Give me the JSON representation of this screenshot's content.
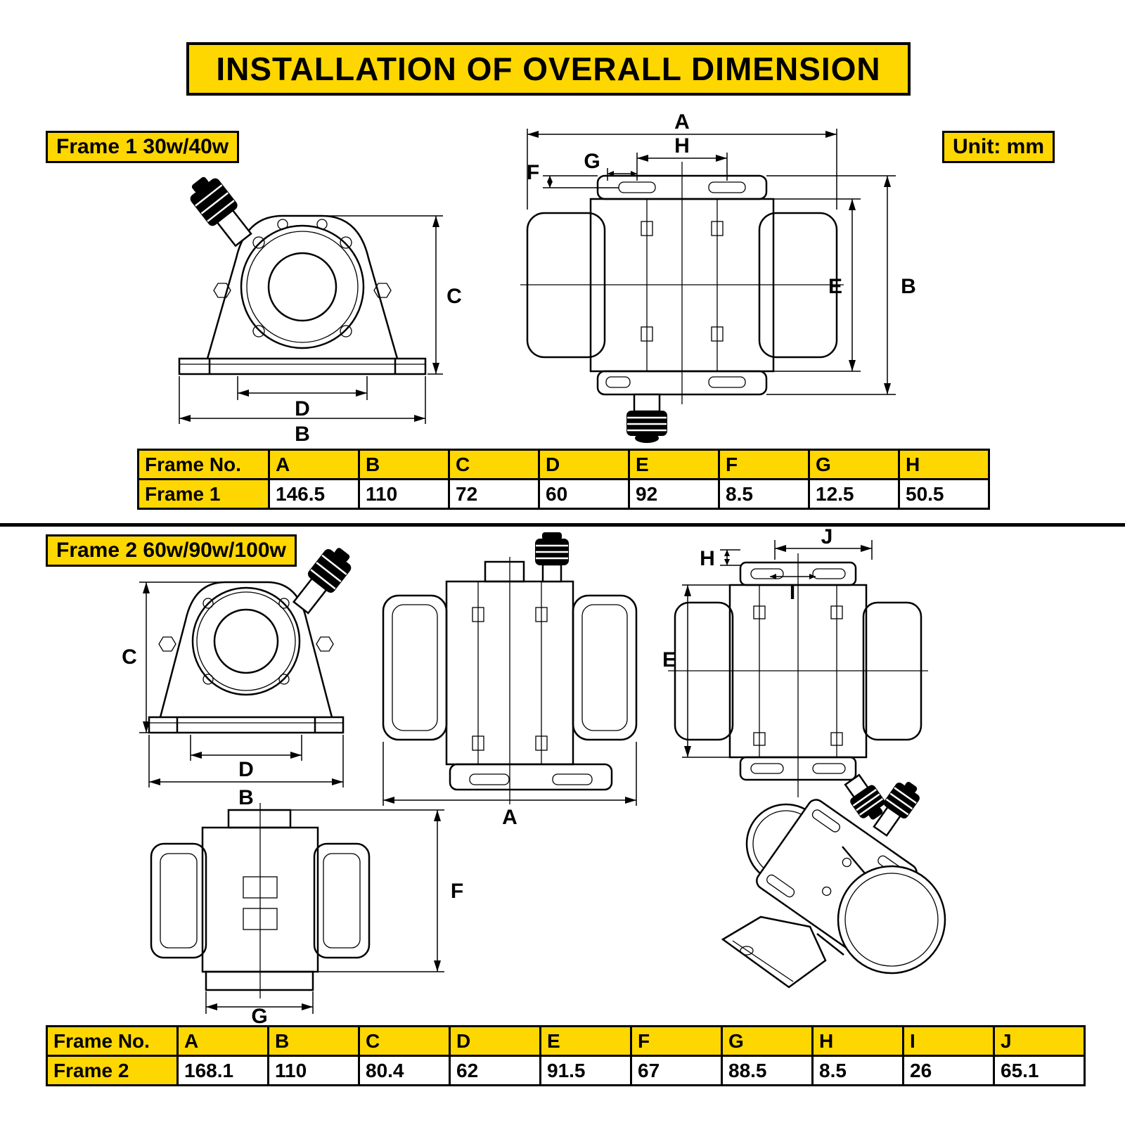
{
  "title": "INSTALLATION OF OVERALL DIMENSION",
  "unit": {
    "label": "Unit: mm"
  },
  "colors": {
    "accent_yellow": "#FFD700",
    "line": "#000000"
  },
  "dims": {
    "A": "A",
    "B": "B",
    "C": "C",
    "D": "D",
    "E": "E",
    "F": "F",
    "G": "G",
    "H": "H",
    "I": "I",
    "J": "J"
  },
  "frame1": {
    "label": "Frame 1 30w/40w",
    "table": {
      "headers": [
        "Frame No.",
        "A",
        "B",
        "C",
        "D",
        "E",
        "F",
        "G",
        "H"
      ],
      "row": [
        "Frame 1",
        "146.5",
        "110",
        "72",
        "60",
        "92",
        "8.5",
        "12.5",
        "50.5"
      ]
    }
  },
  "frame2": {
    "label": "Frame 2 60w/90w/100w",
    "table": {
      "headers": [
        "Frame No.",
        "A",
        "B",
        "C",
        "D",
        "E",
        "F",
        "G",
        "H",
        "I",
        "J"
      ],
      "row": [
        "Frame 2",
        "168.1",
        "110",
        "80.4",
        "62",
        "91.5",
        "67",
        "88.5",
        "8.5",
        "26",
        "65.1"
      ]
    }
  }
}
